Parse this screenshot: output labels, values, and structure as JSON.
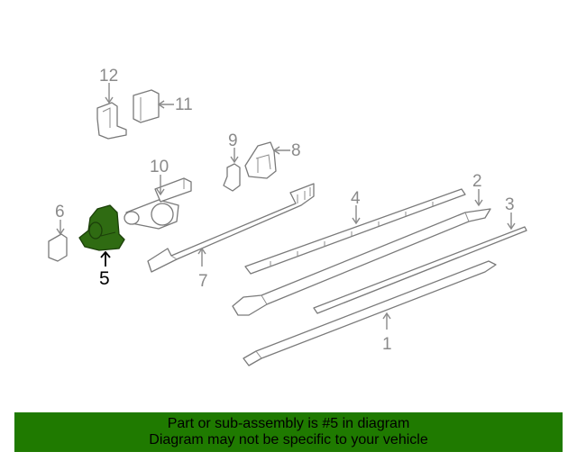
{
  "diagram": {
    "highlight_color": "#2f6b12",
    "highlighted_part": "5",
    "callouts": {
      "c1": "1",
      "c2": "2",
      "c3": "3",
      "c4": "4",
      "c5": "5",
      "c6": "6",
      "c7": "7",
      "c8": "8",
      "c9": "9",
      "c10": "10",
      "c11": "11",
      "c12": "12"
    }
  },
  "banner": {
    "background": "#1f7a00",
    "line1": "Part or sub-assembly is #5 in diagram",
    "line2": "Diagram may not be specific to your vehicle"
  }
}
